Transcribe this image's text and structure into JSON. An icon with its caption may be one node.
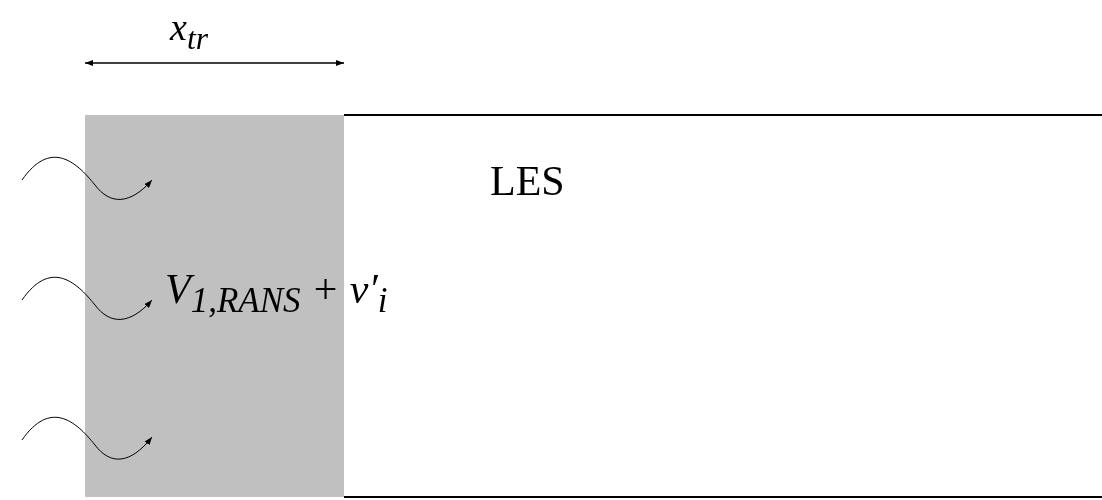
{
  "diagram": {
    "labels": [
      "x$_{tr}$",
      "LES",
      "V$_{1,RANS}$ + v′$_{i}$"
    ]
  }
}
